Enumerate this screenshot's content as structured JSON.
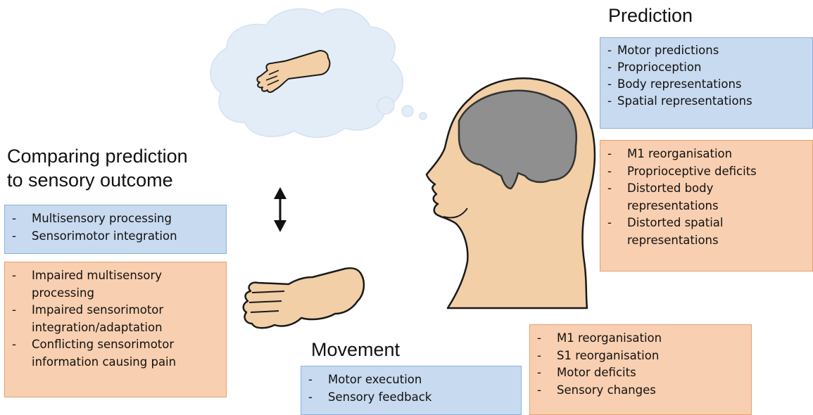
{
  "headings": {
    "prediction": "Prediction",
    "comparing_line1": "Comparing prediction",
    "comparing_line2": "to sensory outcome",
    "movement": "Movement"
  },
  "prediction_blue": [
    "Motor predictions",
    "Proprioception",
    "Body representations",
    "Spatial representations"
  ],
  "prediction_orange": [
    "M1 reorganisation",
    "Proprioceptive deficits",
    "Distorted body representations",
    "Distorted spatial representations"
  ],
  "comparing_blue": [
    "Multisensory processing",
    "Sensorimotor integration"
  ],
  "comparing_orange": [
    "Impaired multisensory processing",
    "Impaired sensorimotor integration/adaptation",
    "Conflicting sensorimotor information causing pain"
  ],
  "movement_blue": [
    "Motor execution",
    "Sensory feedback"
  ],
  "movement_orange": [
    "M1 reorganisation",
    "S1 reorganisation",
    "Motor deficits",
    "Sensory changes"
  ],
  "colors": {
    "blue_fill": "#c8daf0",
    "orange_fill": "#f8cfb0",
    "skin": "#f2cfa6",
    "brain": "#8f8f8f",
    "cloud": "#e3edf8"
  },
  "icons": [
    "thought-cloud-icon",
    "imagined-hand-icon",
    "real-hand-icon",
    "head-silhouette-icon",
    "brain-icon",
    "double-arrow-icon"
  ]
}
